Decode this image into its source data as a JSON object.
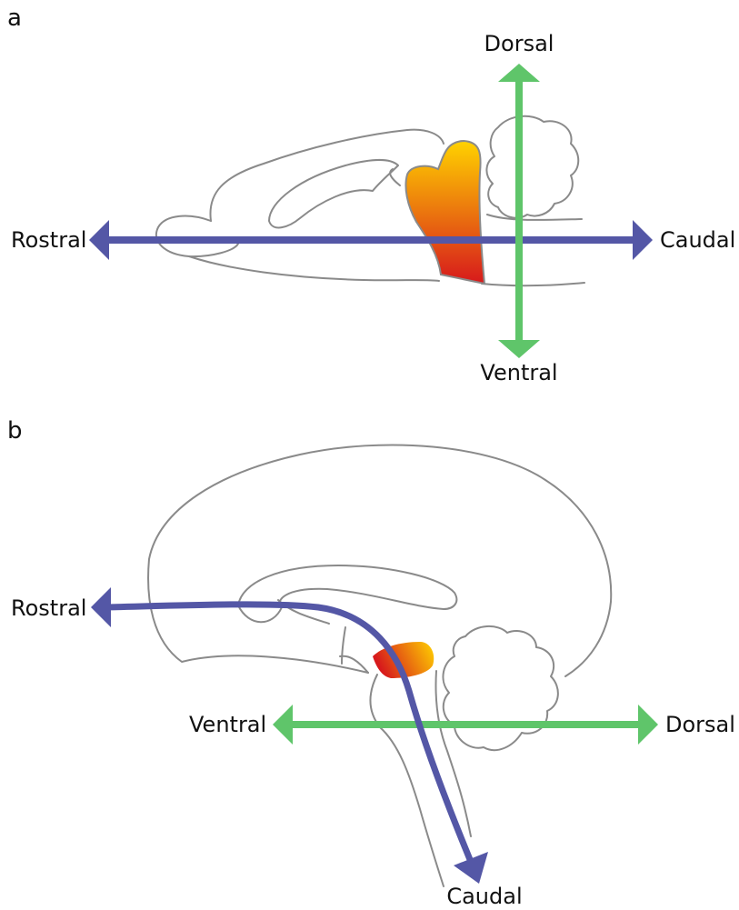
{
  "colors": {
    "outline": "#8a8a8a",
    "rostro_caudal_axis": "#5457a6",
    "dorso_ventral_axis": "#5fc56a",
    "highlight_top": "#ffd200",
    "highlight_bottom": "#d7191c"
  },
  "panel_a": {
    "panel_label": "a",
    "rostral_label": "Rostral",
    "caudal_label": "Caudal",
    "dorsal_label": "Dorsal",
    "ventral_label": "Ventral"
  },
  "panel_b": {
    "panel_label": "b",
    "rostral_label": "Rostral",
    "caudal_label": "Caudal",
    "dorsal_label": "Dorsal",
    "ventral_label": "Ventral"
  }
}
